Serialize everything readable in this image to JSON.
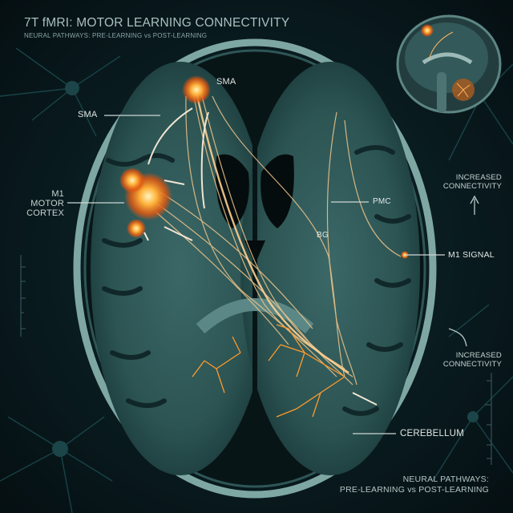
{
  "header": {
    "title": "7T fMRI: MOTOR LEARNING CONNECTIVITY",
    "subtitle": "NEURAL PATHWAYS: PRE-LEARNING vs POST-LEARNING"
  },
  "labels": {
    "sma_left": "SMA",
    "sma_top": "SMA",
    "m1_line1": "M1",
    "m1_line2": "MOTOR",
    "m1_line3": "CORTEX",
    "pmc": "PMC",
    "bg": "BG",
    "m1_signal": "M1 SIGNAL",
    "increased_connectivity_top_1": "INCREASED",
    "increased_connectivity_top_2": "CONNECTIVITY",
    "increased_connectivity_bottom_1": "INCREASED",
    "increased_connectivity_bottom_2": "CONNECTIVITY",
    "cerebellum": "CEREBELLUM"
  },
  "footer": {
    "caption_line1": "NEURAL PATHWAYS:",
    "caption_line2": "PRE-LEARNING vs POST-LEARNING"
  },
  "inset": {
    "view": "sagittal",
    "highlights": [
      "motor cortex activation",
      "cerebellum activation"
    ]
  },
  "colors": {
    "background": "#0a1e22",
    "brain_tissue": "#3f6e6c",
    "activation": "#ff9a2a",
    "fiber": "#f3c48a",
    "label_text": "#e2e8e6"
  }
}
